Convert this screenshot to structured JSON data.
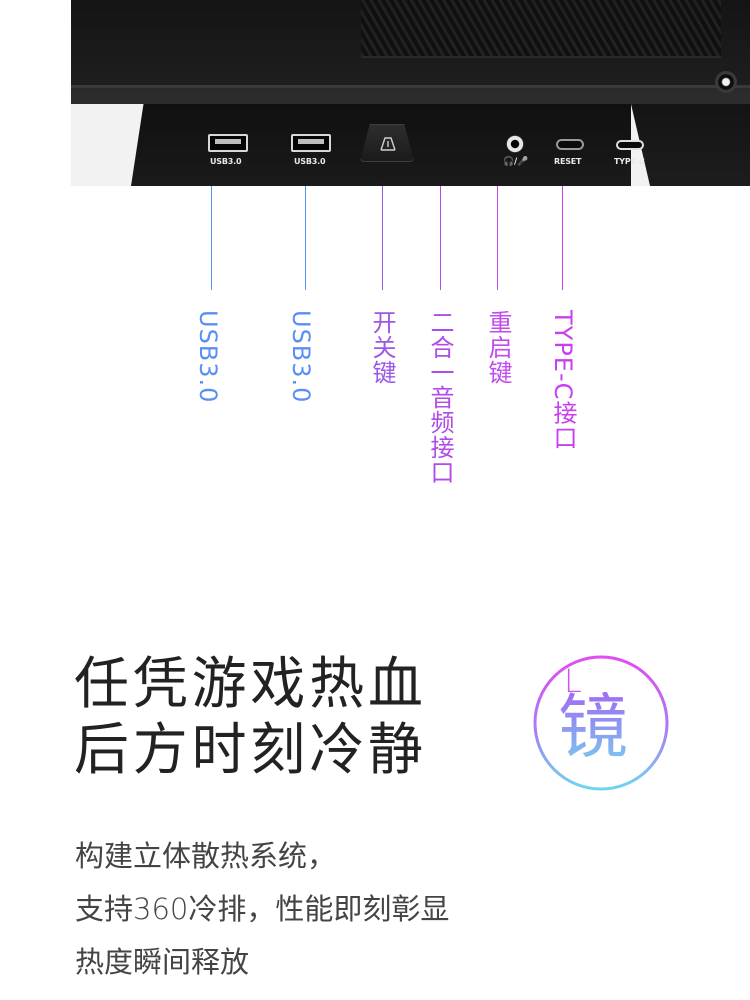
{
  "photo": {
    "ports": [
      {
        "label": "USB3.0"
      },
      {
        "label": "USB3.0"
      },
      {
        "label": "RESET"
      },
      {
        "label": "TYPE-C"
      }
    ],
    "audio_symbol": "🎧/🎤",
    "icons": [
      "power-icon",
      "headphone-mic-icon"
    ]
  },
  "callouts": [
    {
      "text": "USB3.0"
    },
    {
      "text": "USB3.0"
    },
    {
      "text": "开关键"
    },
    {
      "text": "二合一音频接口"
    },
    {
      "text": "重启键"
    },
    {
      "text": "TYPE-C接口"
    }
  ],
  "headline": {
    "line1": "任凭游戏热血",
    "line2": "后方时刻冷静"
  },
  "logo": {
    "letter": "L",
    "char": "镜"
  },
  "body": {
    "line1": "构建立体散热系统，",
    "line2": "支持360冷排，性能即刻彰显",
    "line3": "热度瞬间释放"
  },
  "colors": {
    "blue": "#5a8ff2",
    "purple": "#b04ce8",
    "magenta": "#c93ef0",
    "headline": "#222222",
    "body": "#444444"
  }
}
